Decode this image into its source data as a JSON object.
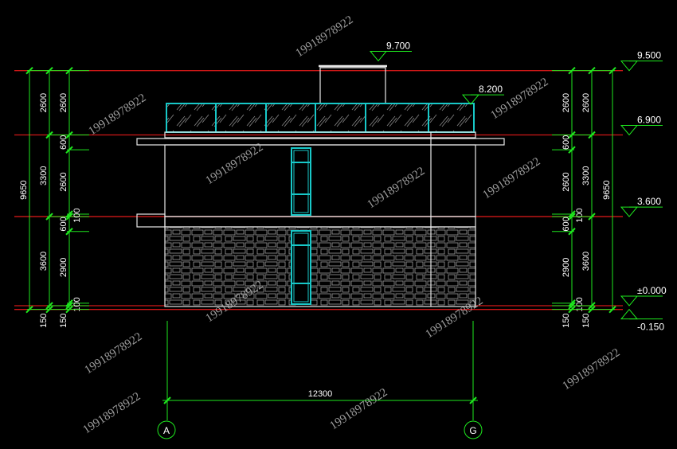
{
  "drawing": {
    "colors": {
      "background": "#000000",
      "level_line": "#d01818",
      "dimension": "#1ee81e",
      "outline": "#e8e8e8",
      "glass": "#18c8c8",
      "hatch": "#9a9a9a",
      "watermark": "#b8b8b8"
    },
    "levels": [
      {
        "label": "9.500",
        "elev": 9500
      },
      {
        "label": "6.900",
        "elev": 6900
      },
      {
        "label": "3.600",
        "elev": 3600
      },
      {
        "label": "±0.000",
        "elev": 0
      },
      {
        "label": "-0.150",
        "elev": -150,
        "below": true
      }
    ],
    "roof_markers": [
      {
        "label": "9.700",
        "elev": 9700
      },
      {
        "label": "8.200",
        "elev": 8200
      }
    ],
    "left_dimensions": [
      {
        "segments": [
          "9650"
        ]
      },
      {
        "segments": [
          "2600",
          "3300",
          "3600",
          "150"
        ]
      },
      {
        "segments": [
          "2600",
          "600",
          "2600",
          "100",
          "600",
          "2900",
          "100",
          "150"
        ]
      }
    ],
    "right_dimensions": [
      {
        "segments": [
          "2600",
          "600",
          "2600",
          "100",
          "600",
          "2900",
          "100",
          "150"
        ]
      },
      {
        "segments": [
          "2600",
          "3300",
          "3600",
          "150"
        ]
      },
      {
        "segments": [
          "9650"
        ]
      }
    ],
    "bottom_dimension": "12300",
    "axes": [
      {
        "label": "A"
      },
      {
        "label": "G"
      }
    ],
    "watermark": "19918978922"
  }
}
